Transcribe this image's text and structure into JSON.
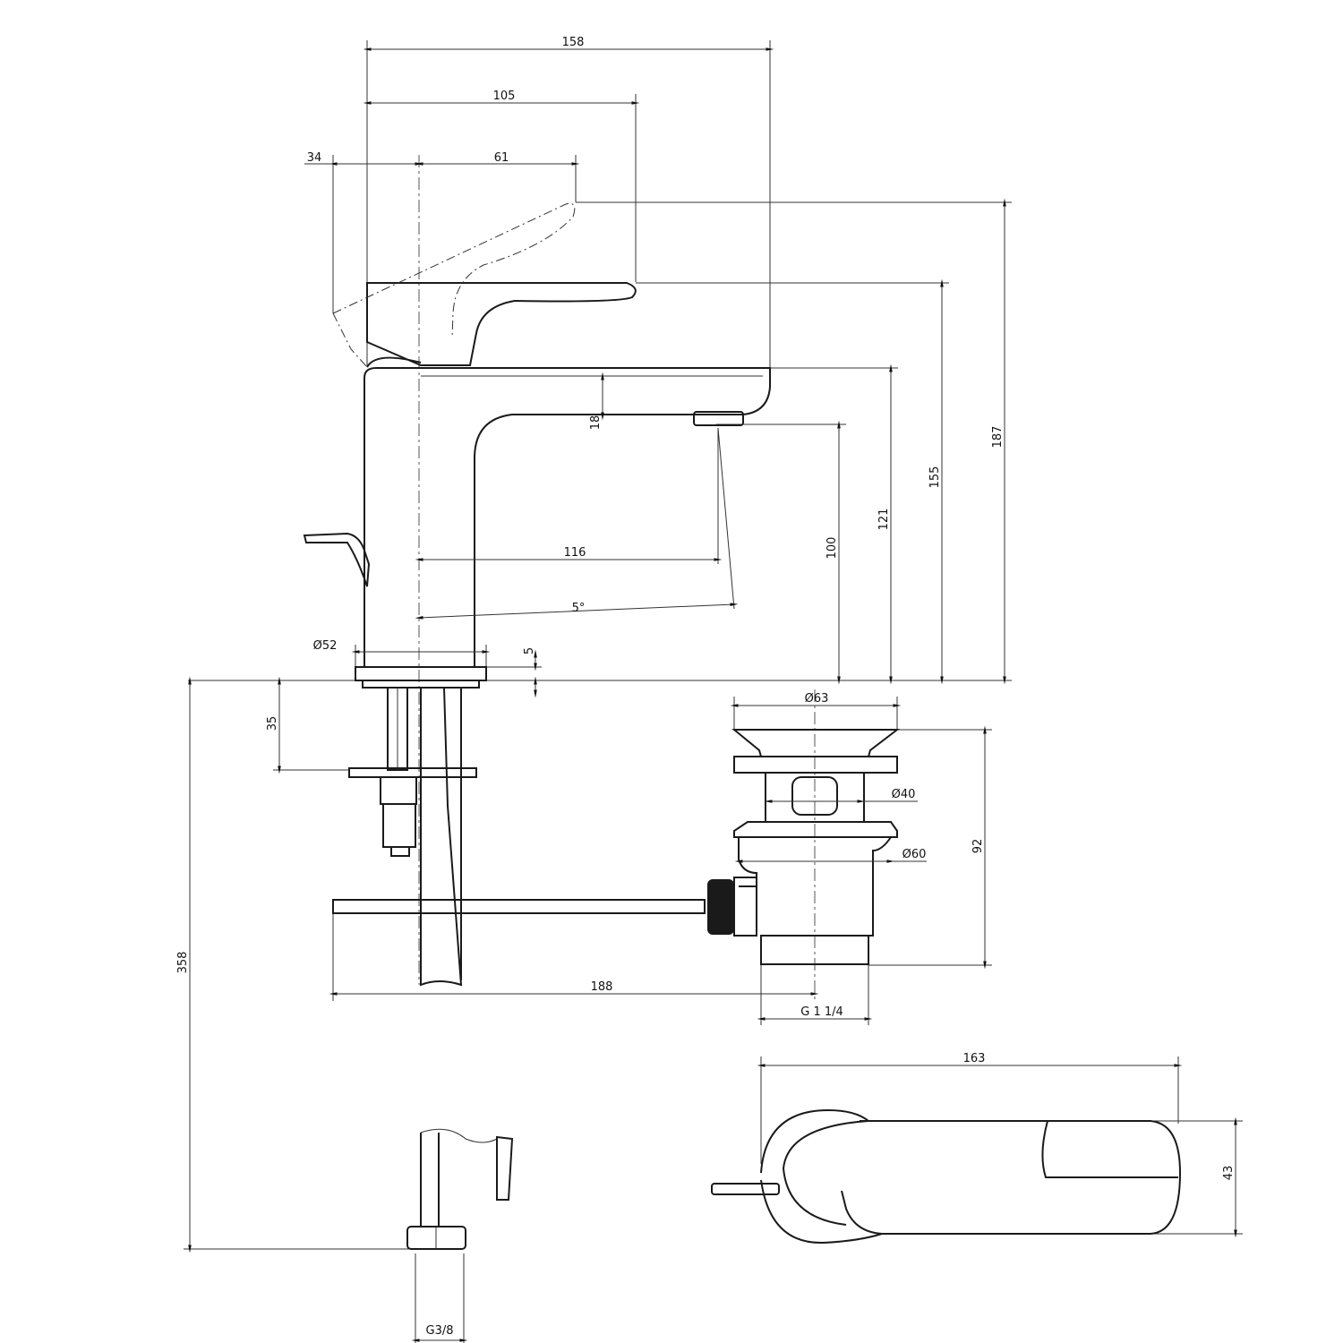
{
  "dimensions": {
    "overall_reach": "158",
    "spout_reach_to_handle": "105",
    "handle_back": "34",
    "handle_front": "61",
    "max_height": "187",
    "handle_height": "155",
    "spout_height": "121",
    "outlet_height": "100",
    "spout_thickness": "18",
    "outlet_projection": "116",
    "flow_angle": "5°",
    "base_diameter": "Ø52",
    "base_thickness": "5",
    "hose_length": "358",
    "max_deck_thickness": "35",
    "rod_length": "188",
    "waste_thread": "G 1 1/4",
    "waste_flange": "Ø63",
    "waste_plug": "Ø40",
    "waste_body": "Ø60",
    "waste_height": "92",
    "top_length": "163",
    "top_width": "43",
    "hose_thread": "G3/8"
  }
}
